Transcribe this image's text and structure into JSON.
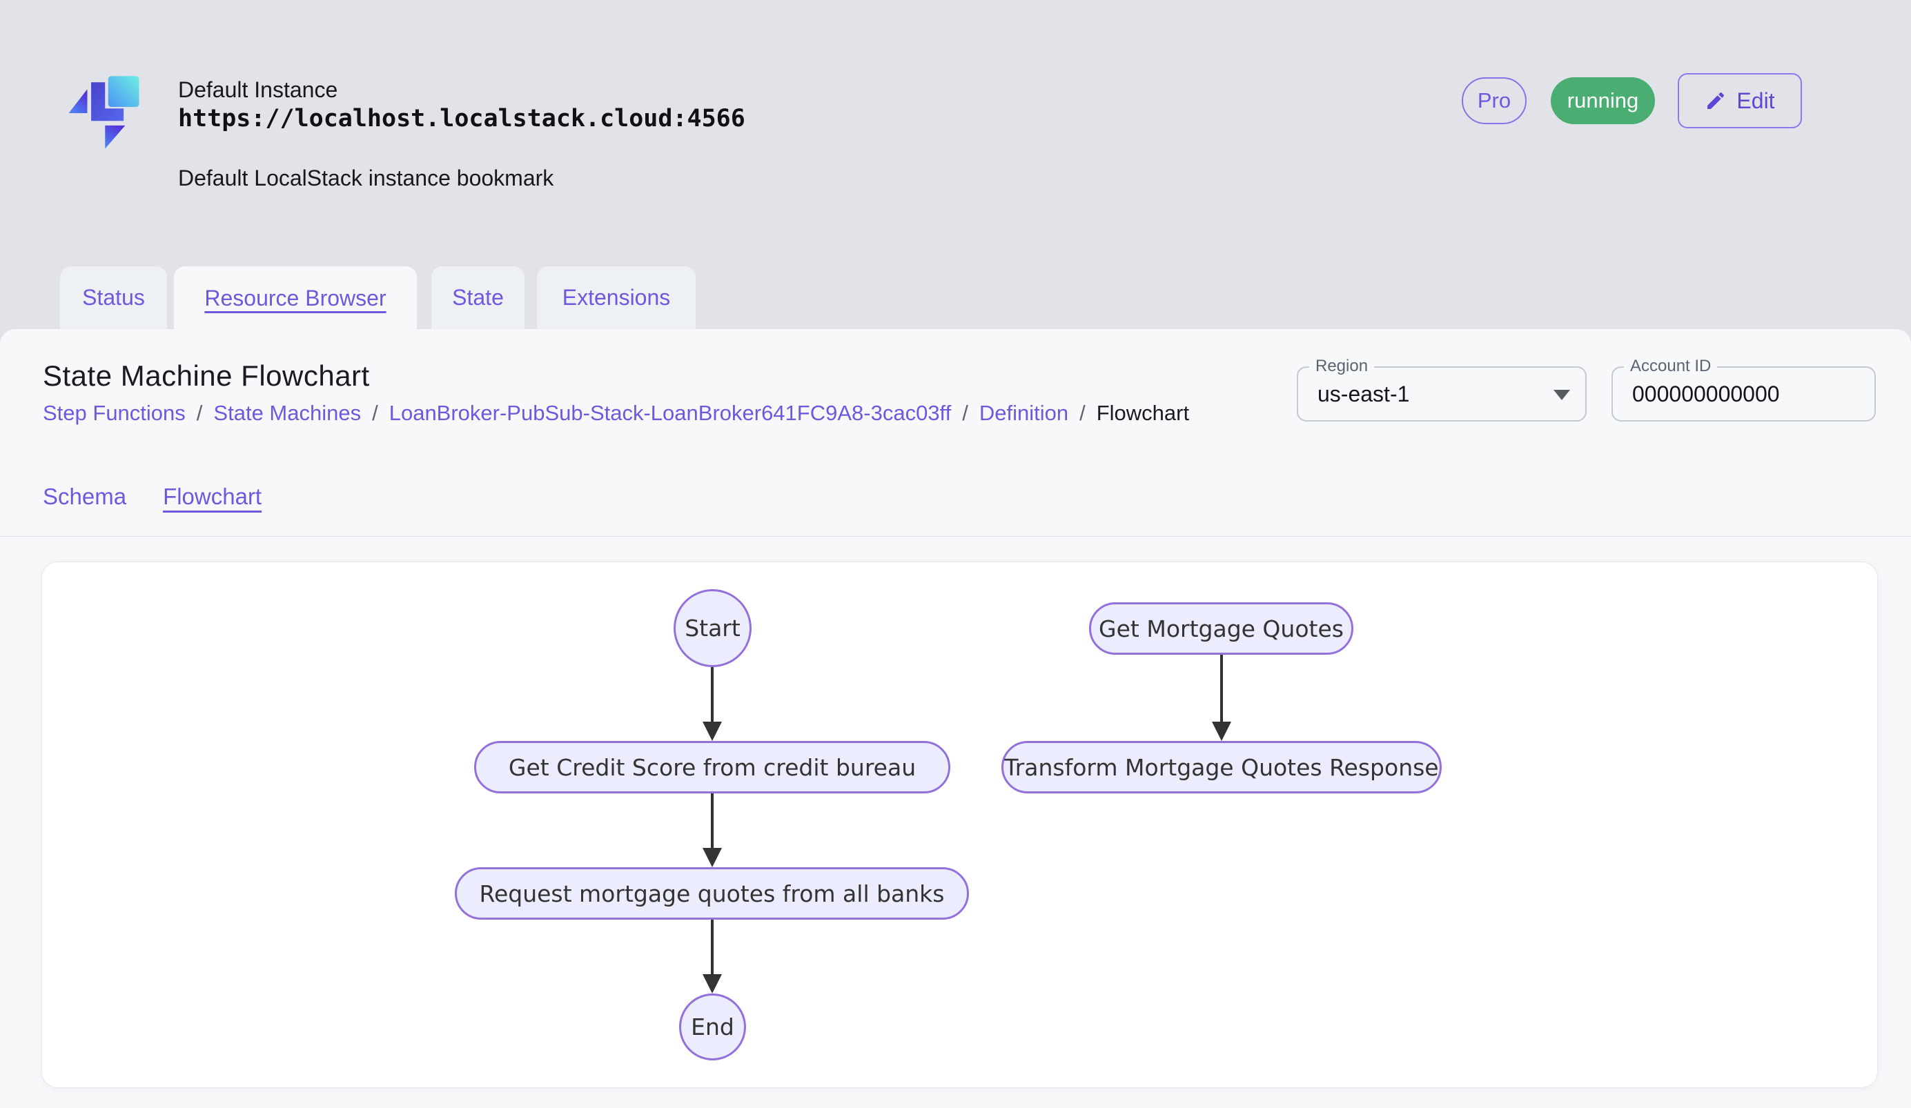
{
  "header": {
    "instance_name": "Default Instance",
    "instance_url": "https://localhost.localstack.cloud:4566",
    "instance_description": "Default LocalStack instance bookmark",
    "pro_badge": "Pro",
    "status_badge": "running",
    "edit_button": "Edit"
  },
  "tabs": [
    {
      "label": "Status",
      "active": false
    },
    {
      "label": "Resource Browser",
      "active": true
    },
    {
      "label": "State",
      "active": false
    },
    {
      "label": "Extensions",
      "active": false
    }
  ],
  "content": {
    "title": "State Machine Flowchart",
    "breadcrumb": [
      {
        "label": "Step Functions",
        "link": true
      },
      {
        "label": "State Machines",
        "link": true
      },
      {
        "label": "LoanBroker-PubSub-Stack-LoanBroker641FC9A8-3cac03ff",
        "link": true
      },
      {
        "label": "Definition",
        "link": true
      },
      {
        "label": "Flowchart",
        "link": false
      }
    ],
    "breadcrumb_separator": "/",
    "region_field": {
      "label": "Region",
      "value": "us-east-1"
    },
    "account_field": {
      "label": "Account ID",
      "value": "000000000000"
    },
    "subtabs": [
      {
        "label": "Schema",
        "active": false
      },
      {
        "label": "Flowchart",
        "active": true
      }
    ]
  },
  "flowchart": {
    "nodes": [
      {
        "id": "start",
        "label": "Start",
        "shape": "circle"
      },
      {
        "id": "get-credit-score",
        "label": "Get Credit Score from credit bureau",
        "shape": "stadium"
      },
      {
        "id": "request-quotes",
        "label": "Request mortgage quotes from all banks",
        "shape": "stadium"
      },
      {
        "id": "end",
        "label": "End",
        "shape": "circle"
      },
      {
        "id": "get-mortgage-quotes",
        "label": "Get Mortgage Quotes",
        "shape": "stadium"
      },
      {
        "id": "transform-response",
        "label": "Transform Mortgage Quotes Response",
        "shape": "stadium"
      }
    ],
    "edges": [
      {
        "from": "start",
        "to": "get-credit-score"
      },
      {
        "from": "get-credit-score",
        "to": "request-quotes"
      },
      {
        "from": "request-quotes",
        "to": "end"
      },
      {
        "from": "get-mortgage-quotes",
        "to": "transform-response"
      }
    ],
    "colors": {
      "node_fill": "#ececff",
      "node_border": "#9370db",
      "edge": "#333333",
      "text": "#333333"
    }
  },
  "theme": {
    "accent_purple": "#6c59e0",
    "status_green": "#4aad72",
    "page_bg": "#e1e3e8",
    "panel_bg": "#f6f8fa"
  }
}
